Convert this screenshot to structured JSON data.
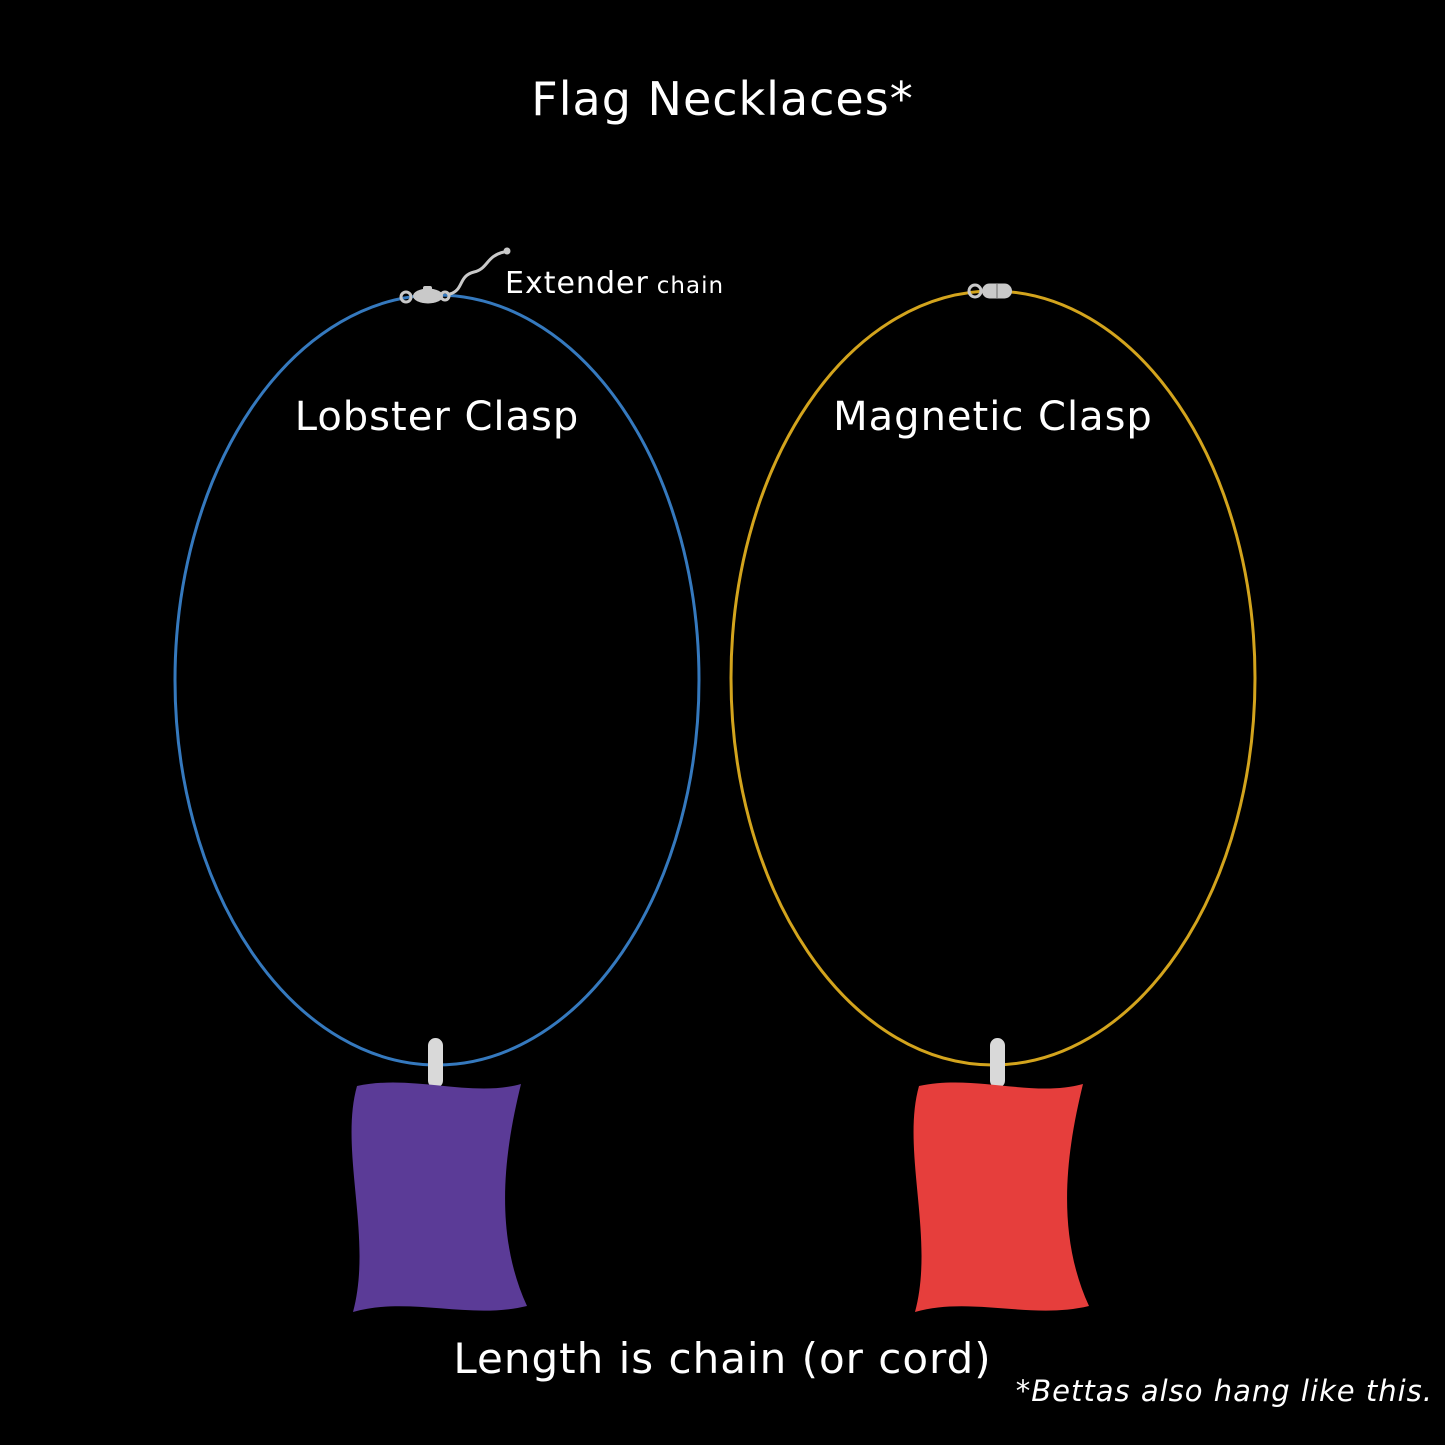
{
  "title": "Flag Necklaces*",
  "labels": {
    "extender_main": "Extender",
    "extender_small": "chain",
    "left_clasp": "Lobster Clasp",
    "right_clasp": "Magnetic Clasp",
    "bottom": "Length is chain (or cord)",
    "footnote": "*Bettas also hang like this."
  },
  "colors": {
    "background": "#000000",
    "text": "#ffffff",
    "left_chain": "#3579be",
    "right_chain": "#d3a41d",
    "left_flag": "#5b3b97",
    "right_flag": "#e63e3c",
    "clasp_silver": "#c9c9c9"
  }
}
